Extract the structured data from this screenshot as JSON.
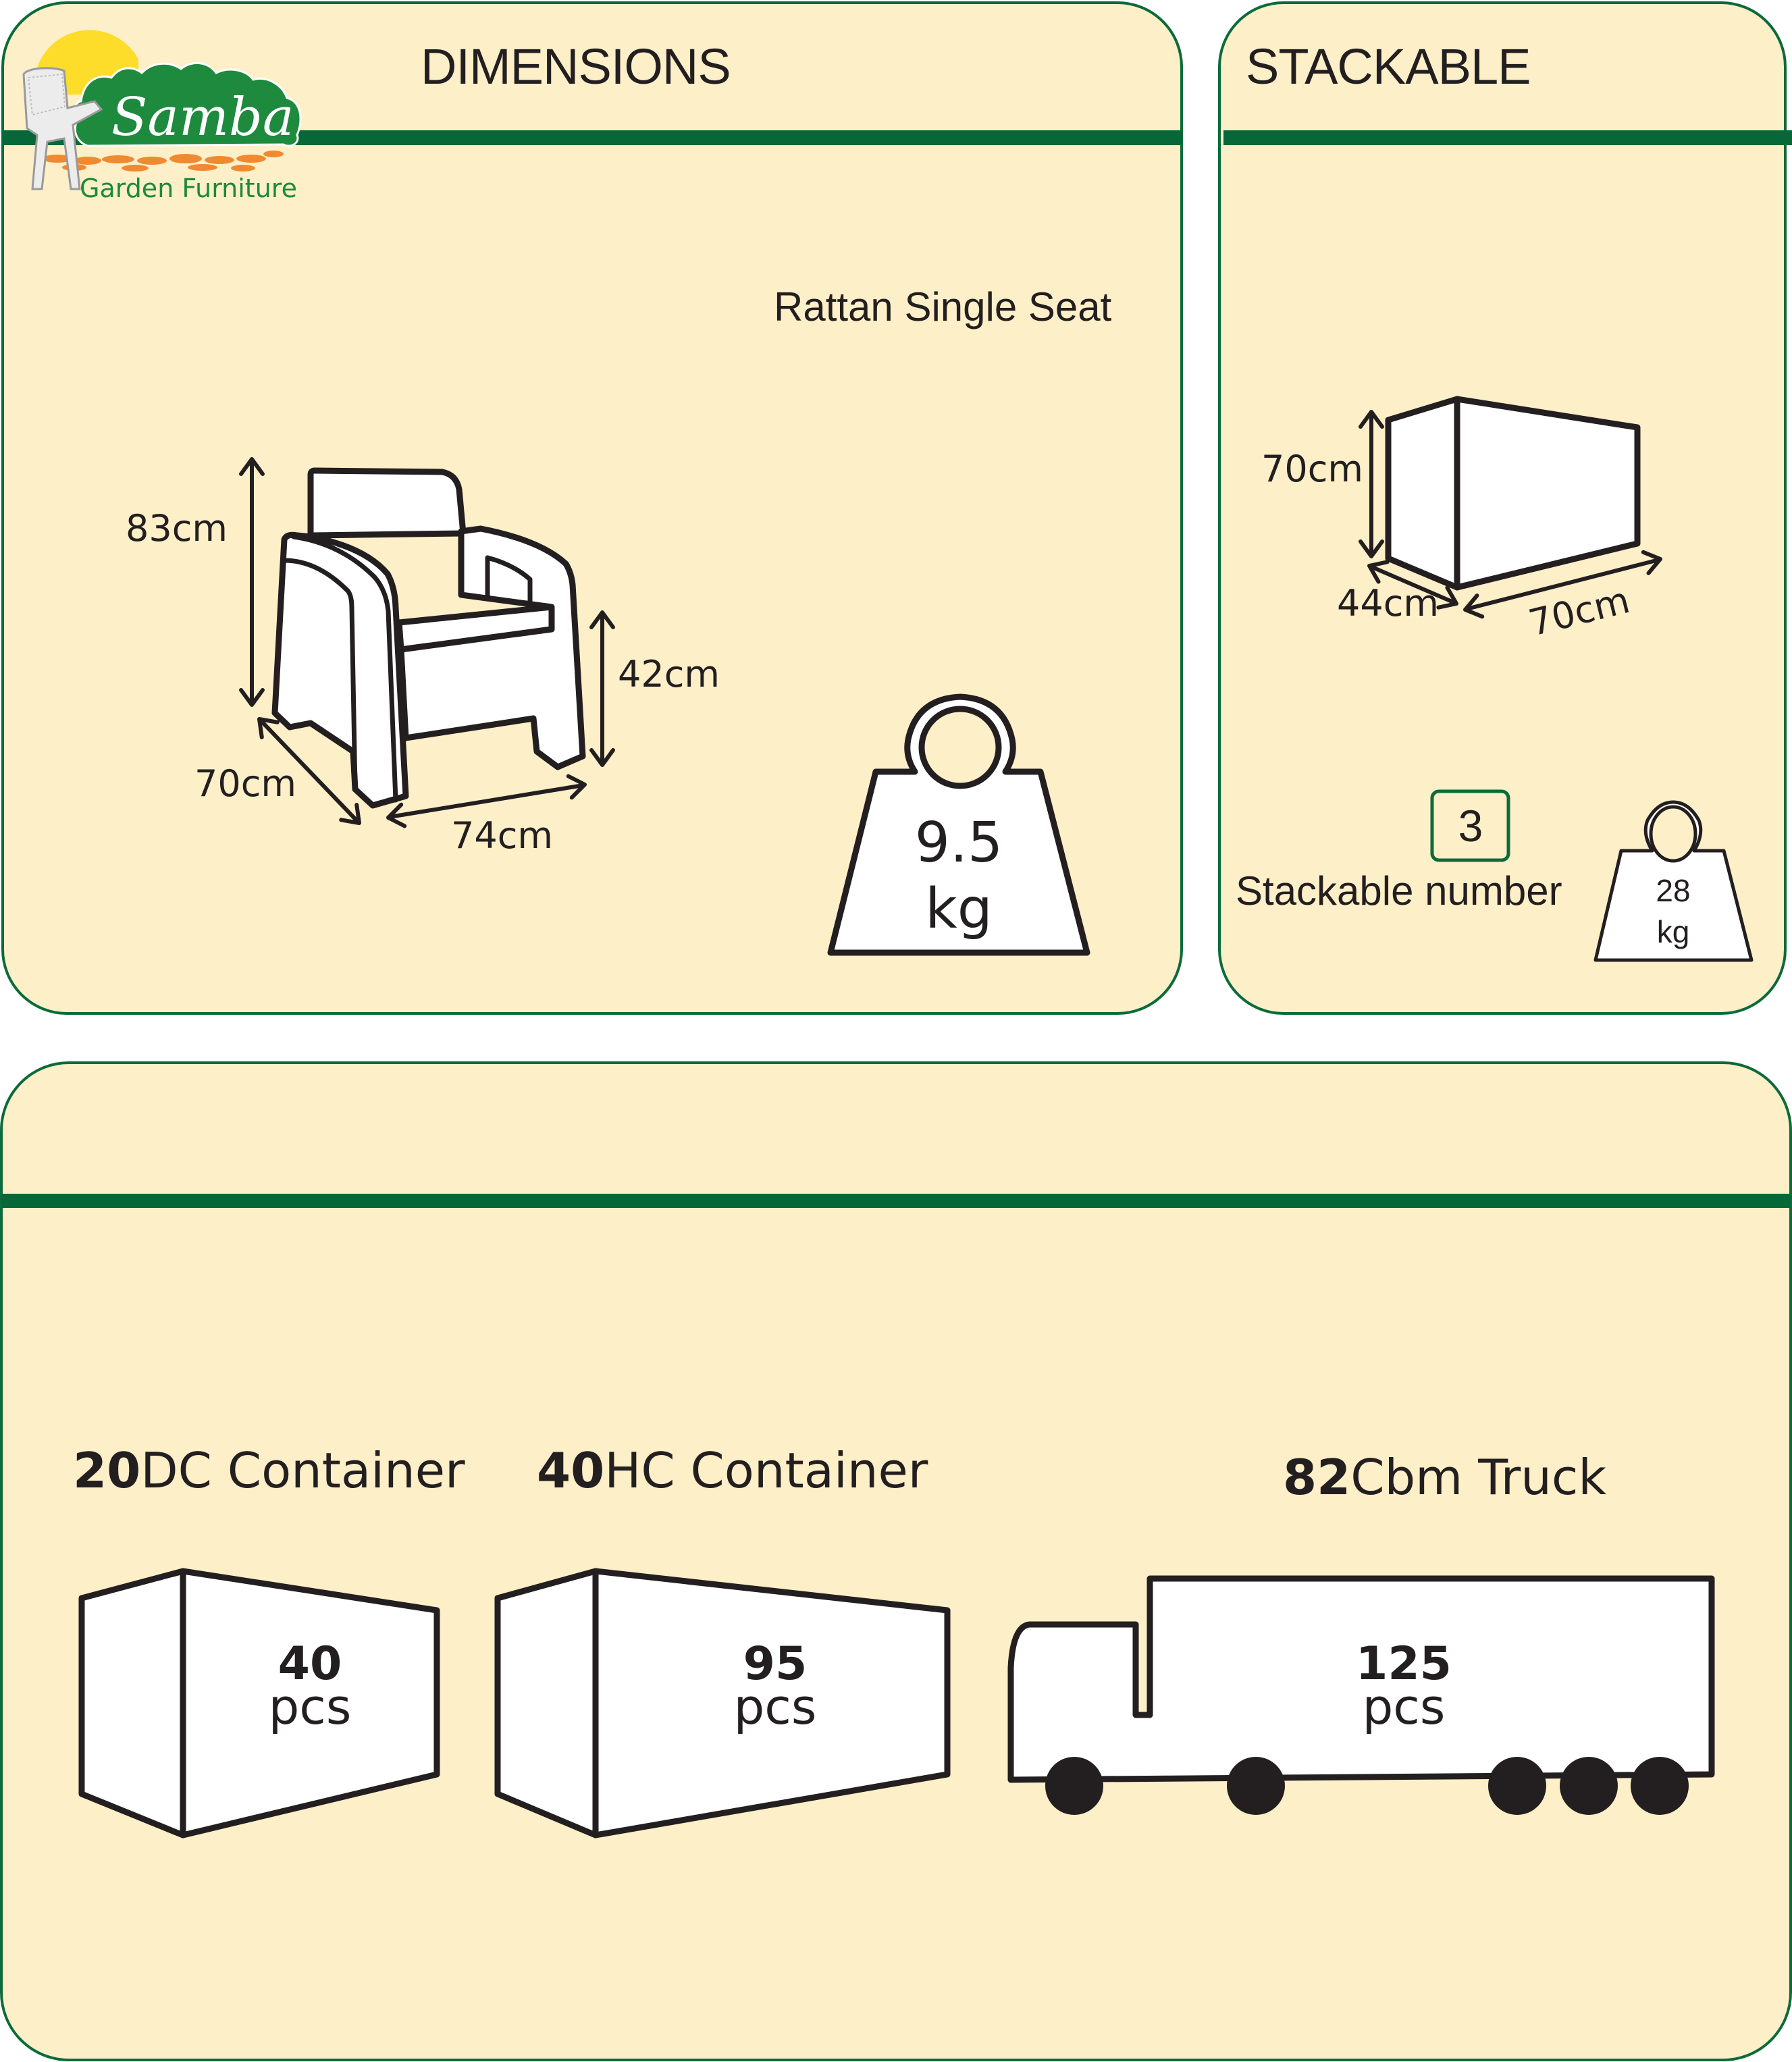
{
  "brand": {
    "name": "Samba",
    "tagline": "Garden Furniture",
    "colors": {
      "green": "#066838",
      "sun": "#fddc2a",
      "path": "#f0892f",
      "panel": "#fdefc8"
    }
  },
  "dimensions_panel": {
    "title": "DIMENSIONS",
    "product_name": "Rattan Single Seat",
    "height": "83cm",
    "seat_height": "42cm",
    "depth": "70cm",
    "width": "74cm",
    "weight": {
      "value": "9.5",
      "unit": "kg"
    }
  },
  "stackable_panel": {
    "title": "STACKABLE",
    "stack_height": "70cm",
    "stack_depth": "44cm",
    "stack_width": "70cm",
    "stackable_number": "3",
    "stackable_label": "Stackable number",
    "stack_weight": {
      "value": "28",
      "unit": "kg"
    }
  },
  "shipping_panel": {
    "items": [
      {
        "prefix": "20",
        "name": "DC Container",
        "count": "40",
        "unit": "pcs",
        "icon": "container-20dc-icon"
      },
      {
        "prefix": "40",
        "name": "HC Container",
        "count": "95",
        "unit": "pcs",
        "icon": "container-40hc-icon"
      },
      {
        "prefix": "82",
        "name": "Cbm Truck",
        "count": "125",
        "unit": "pcs",
        "icon": "truck-icon"
      }
    ]
  }
}
